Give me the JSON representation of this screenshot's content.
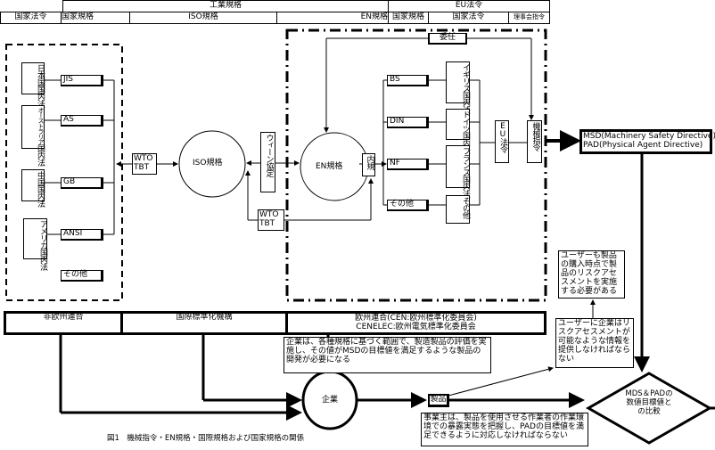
{
  "header": {
    "industrial_standards": "工業規格",
    "eu_law": "EU法令",
    "row": [
      "国家法令",
      "国家規格",
      "ISO規格",
      "EN規格",
      "国家規格",
      "国家法令",
      "理事会指令"
    ]
  },
  "left_group": {
    "countries": [
      {
        "name": "日本国",
        "law": "国内法",
        "standard": "JIS"
      },
      {
        "name": "オーストラリア",
        "law": "国内法",
        "standard": "AS"
      },
      {
        "name": "中国",
        "law": "国内法",
        "standard": "GB"
      },
      {
        "name": "アメリカ",
        "law": "国内法",
        "standard": "ANSI"
      }
    ],
    "other": "その他"
  },
  "wto_tbt": "WTO\nTBT",
  "iso_standard": "ISO規格",
  "vienna_agreement": "ウィーン協定",
  "en_standard": "EN規格",
  "internal_rules": "内規",
  "mandate": "委任",
  "eu_group": {
    "standards": [
      "BS",
      "DIN",
      "NF",
      "その他"
    ],
    "countries": [
      {
        "name": "イギリス",
        "law": "国内法"
      },
      {
        "name": "ドイツ",
        "law": "国内法"
      },
      {
        "name": "フランス",
        "law": "国内法"
      },
      {
        "name": "その他",
        "law": ""
      }
    ],
    "eu_law": "EU法令",
    "machinery_directive": "機械指令"
  },
  "directives": {
    "msd": "MSD(Machinery Safety Directive)",
    "pad": "PAD(Physical Agent Directive)"
  },
  "orgs": {
    "non_eu": "非欧州連合",
    "iso": "国際標準化機構",
    "eu": "欧州連合(CEN:欧州標準化委員会)\nCENELEC:欧州電気標準化委員会"
  },
  "notes": {
    "company_eval": "企業は、各種規格に基づく範囲で、製造製品の評価を実施し、その値がMSDの目標値を満足するような製品の開発が必要になる",
    "user_assessment": "ユーザーも製品の購入時点で製品のリスクアセスメントを実施する必要がある",
    "provide_info": "ユーザーに企業はリスクアセスメントが可能なような情報を提供しなければならない",
    "employer": "事業主は、製品を使用させる作業者の作業環境での暴露実態を把握し、PADの目標値を満足できるように対応しなければならない"
  },
  "company": "企業",
  "product": "製品",
  "comparison": "MDS＆PADの\n数値目標値と\nの比較",
  "caption": "図1　機械指令・EN規格・国際規格および国家規格の関係"
}
